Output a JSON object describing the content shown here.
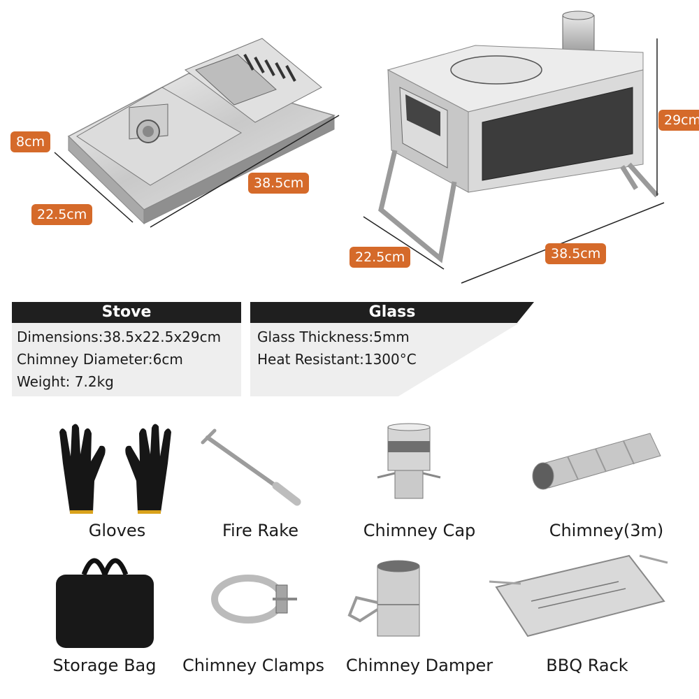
{
  "dimensions": {
    "flat_height": "8cm",
    "flat_length": "38.5cm",
    "flat_width": "22.5cm",
    "stove_height": "29cm",
    "stove_width": "22.5cm",
    "stove_length": "38.5cm"
  },
  "specs": {
    "stove": {
      "title": "Stove",
      "lines": [
        "Dimensions:38.5x22.5x29cm",
        "Chimney Diameter:6cm",
        "Weight: 7.2kg"
      ]
    },
    "glass": {
      "title": "Glass",
      "lines": [
        "Glass Thickness:5mm",
        "Heat Resistant:1300°C"
      ]
    }
  },
  "accessories": [
    {
      "label": "Gloves",
      "icon": "gloves-icon"
    },
    {
      "label": "Fire Rake",
      "icon": "fire-rake-icon"
    },
    {
      "label": "Chimney Cap",
      "icon": "chimney-cap-icon"
    },
    {
      "label": "Chimney(3m)",
      "icon": "chimney-pipe-icon"
    },
    {
      "label": "Storage Bag",
      "icon": "storage-bag-icon"
    },
    {
      "label": "Chimney Clamps",
      "icon": "chimney-clamp-icon"
    },
    {
      "label": "Chimney Damper",
      "icon": "chimney-damper-icon"
    },
    {
      "label": "BBQ Rack",
      "icon": "bbq-rack-icon"
    }
  ],
  "colors": {
    "badge": "#d56a2a",
    "header": "#1f1f1f",
    "panel": "#eeeeee"
  }
}
